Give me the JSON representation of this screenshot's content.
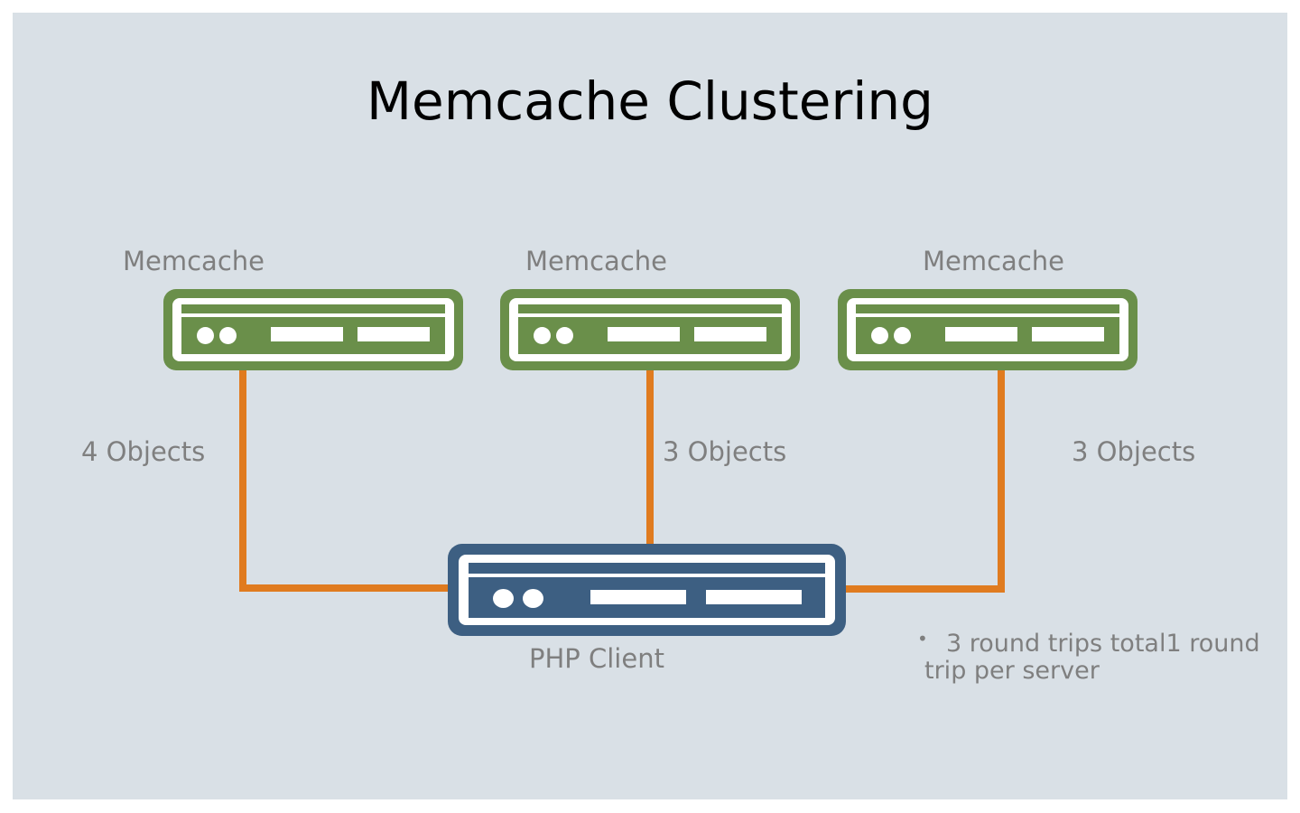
{
  "title": "Memcache Clustering",
  "colors": {
    "background": "#d9e0e6",
    "memcache_server": "#6a8f4a",
    "client_server": "#3d5f82",
    "connector": "#e07b1f",
    "label_text": "#7f7f7f"
  },
  "memcache_servers": [
    {
      "label": "Memcache",
      "objects": "4 Objects"
    },
    {
      "label": "Memcache",
      "objects": "3 Objects"
    },
    {
      "label": "Memcache",
      "objects": "3 Objects"
    }
  ],
  "client": {
    "label": "PHP Client"
  },
  "note": {
    "bullet": "•",
    "text": "3 round trips total1 round trip per server"
  }
}
